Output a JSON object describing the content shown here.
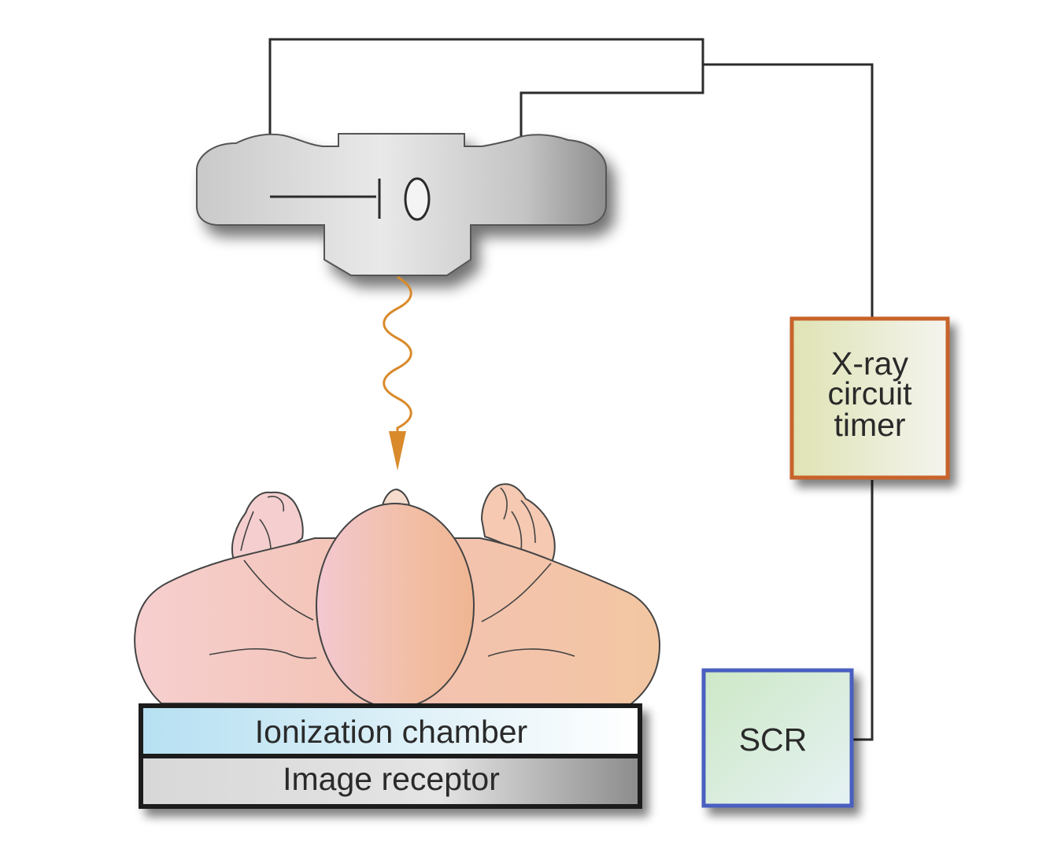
{
  "labels": {
    "timer_line1": "X-ray",
    "timer_line2": "circuit",
    "timer_line3": "timer",
    "scr": "SCR",
    "ionization_chamber": "Ionization chamber",
    "image_receptor": "Image receptor"
  },
  "colors": {
    "timer_border": "#c8642a",
    "scr_border": "#4a5fc0",
    "xray_beam": "#d98a2b",
    "wire": "#2b2b2b",
    "ion_chamber_fill": "#bfe3f2",
    "skin": "#f5c9b8"
  }
}
